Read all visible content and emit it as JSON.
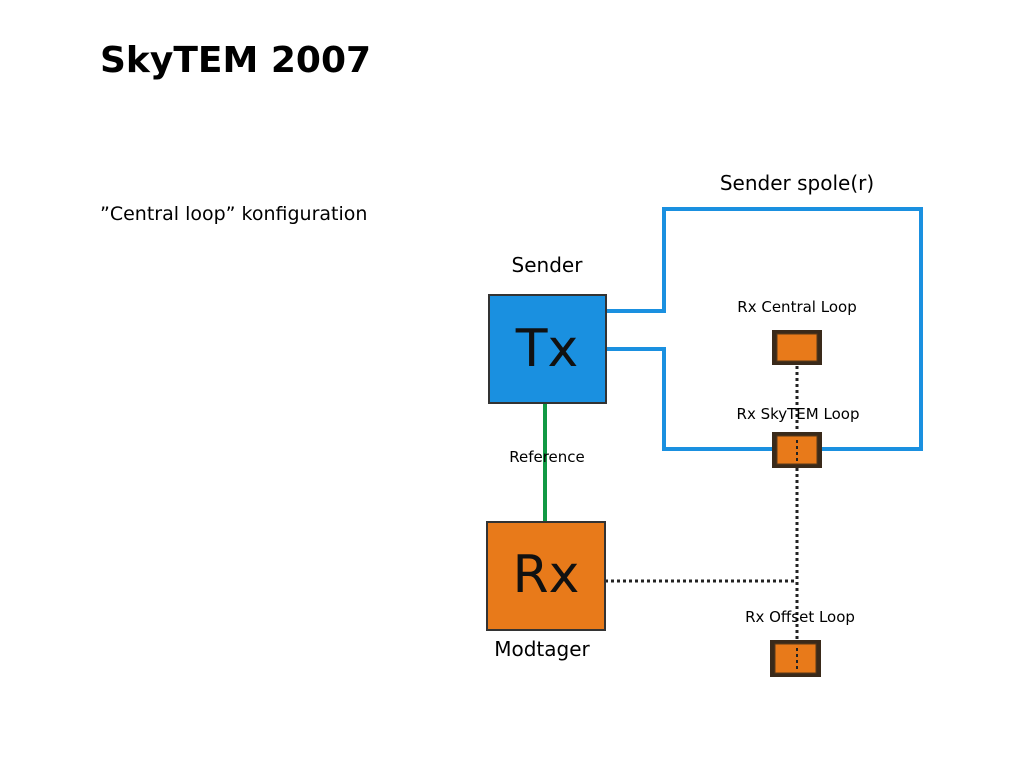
{
  "slide": {
    "title": "SkyTEM 2007",
    "subtitle": "”Central loop” konfiguration"
  },
  "diagram": {
    "labels": {
      "sender_coil": "Sender spole(r)",
      "sender": "Sender",
      "receiver": "Modtager",
      "reference": "Reference",
      "rx_central_loop": "Rx Central Loop",
      "rx_skytem_loop": "Rx SkyTEM Loop",
      "rx_offset_loop": "Rx Offset Loop"
    },
    "boxes": {
      "tx": "Tx",
      "rx": "Rx"
    },
    "colors": {
      "tx_fill": "#1a90e0",
      "rx_fill": "#e87a1a",
      "loop_wire": "#1a90e0",
      "reference_wire": "#119944",
      "dotted_link": "#222222",
      "box_border": "#333333"
    }
  }
}
